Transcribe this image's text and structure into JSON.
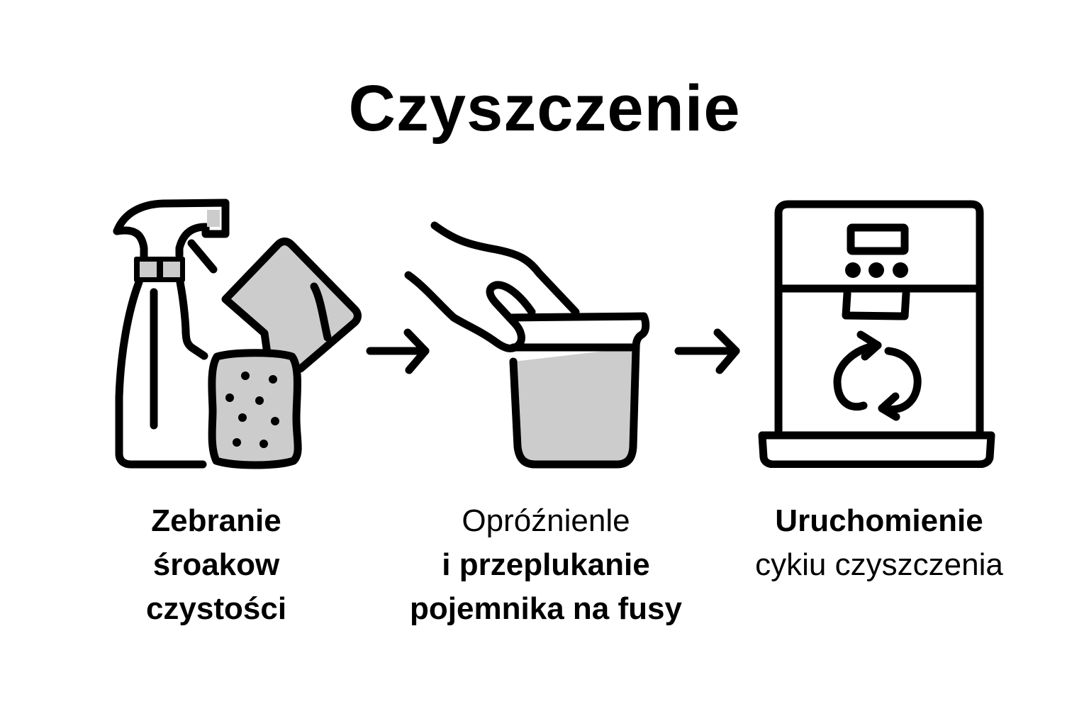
{
  "title": "Czyszczenie",
  "colors": {
    "background": "#ffffff",
    "stroke": "#000000",
    "fill_gray": "#cccccc"
  },
  "steps": [
    {
      "index": 1,
      "icon": "spray-bottle-sponge-cloth-icon",
      "label_lines": [
        "Zebranie",
        "śroakow",
        "czystości"
      ]
    },
    {
      "index": 2,
      "icon": "hand-grounds-container-icon",
      "label_lines": [
        "Opróźnienle",
        "i przeplukanie",
        "pojemnika na fusy"
      ]
    },
    {
      "index": 3,
      "icon": "coffee-machine-cleaning-cycle-icon",
      "label_lines": [
        "Uruchomienie",
        "cykiu czyszczenia"
      ]
    }
  ],
  "arrows": [
    "arrow-right-icon",
    "arrow-right-icon"
  ]
}
